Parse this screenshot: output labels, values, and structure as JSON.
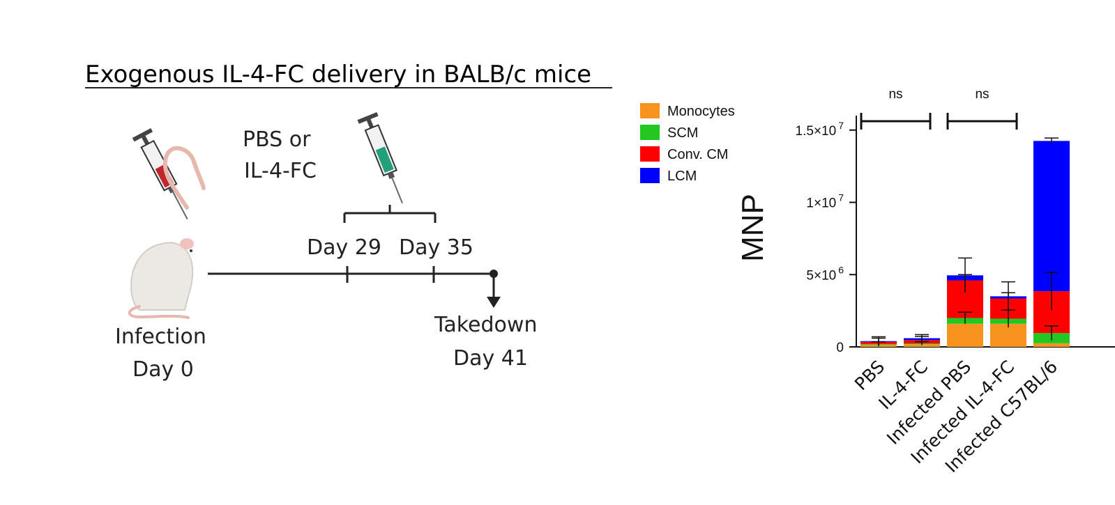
{
  "panel": {
    "title": "Exogenous IL-4-FC delivery in BALB/c mice",
    "treatment_label_line1": "PBS or",
    "treatment_label_line2": "IL-4-FC",
    "infection_line1": "Infection",
    "infection_line2": "Day 0",
    "day29": "Day 29",
    "day35": "Day 35",
    "takedown_line1": "Takedown",
    "takedown_line2": "Day 41",
    "icons": [
      "mouse-icon",
      "syringe-icon",
      "worm-icon"
    ]
  },
  "chart_data": {
    "type": "bar",
    "stacked": true,
    "ylabel": "MNP",
    "ylim": [
      0,
      16000000
    ],
    "yticks": [
      {
        "value": 0,
        "label": "0"
      },
      {
        "value": 5000000,
        "label": "5×10",
        "exp": "6"
      },
      {
        "value": 10000000,
        "label": "1×10",
        "exp": "7"
      },
      {
        "value": 15000000,
        "label": "1.5×10",
        "exp": "7"
      }
    ],
    "categories": [
      "PBS",
      "IL-4-FC",
      "Infected PBS",
      "Infected IL-4-FC",
      "Infected C57BL/6"
    ],
    "series": [
      {
        "name": "Monocytes",
        "color": "#f7931e",
        "values": [
          150000,
          180000,
          1600000,
          1600000,
          250000
        ]
      },
      {
        "name": "SCM",
        "color": "#22c71f",
        "values": [
          50000,
          60000,
          400000,
          350000,
          700000
        ]
      },
      {
        "name": "Conv. CM",
        "color": "#ff0000",
        "values": [
          150000,
          230000,
          2600000,
          1400000,
          2900000
        ]
      },
      {
        "name": "LCM",
        "color": "#0000ff",
        "values": [
          50000,
          130000,
          350000,
          150000,
          10400000
        ]
      }
    ],
    "error_bars": [
      [
        150000,
        250000,
        300000
      ],
      [
        120000,
        250000,
        250000
      ],
      [
        400000,
        400000,
        1200000
      ],
      [
        600000,
        400000,
        1000000
      ],
      [
        500000,
        1300000,
        200000
      ]
    ],
    "annotations": [
      {
        "text": "ns",
        "from": 0,
        "to": 1
      },
      {
        "text": "ns",
        "from": 2,
        "to": 3
      }
    ],
    "legend": "top-left"
  }
}
